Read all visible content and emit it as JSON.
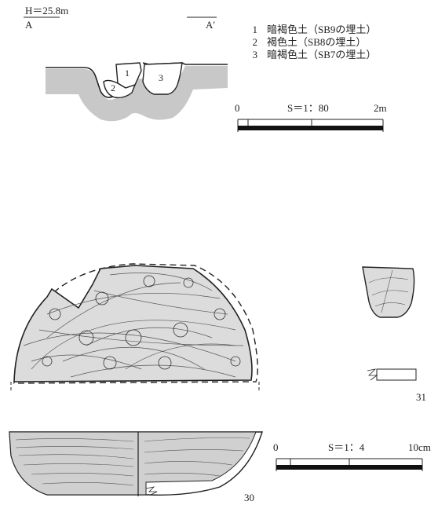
{
  "section": {
    "elevation_label": "H＝25.8m",
    "point_a": "A",
    "point_a_prime": "A′",
    "layer_numbers": [
      "1",
      "2",
      "3"
    ],
    "legend": [
      {
        "num": "1",
        "text": "暗褐色土（SB9の埋土）"
      },
      {
        "num": "2",
        "text": "褐色土（SB8の埋土）"
      },
      {
        "num": "3",
        "text": "暗褐色土（SB7の埋土）"
      }
    ],
    "scale": {
      "start": "0",
      "ratio": "S＝1：80",
      "end": "2m"
    }
  },
  "artifacts": {
    "scale": {
      "start": "0",
      "ratio": "S＝1：4",
      "end": "10cm"
    },
    "label_30": "30",
    "label_31": "31"
  }
}
